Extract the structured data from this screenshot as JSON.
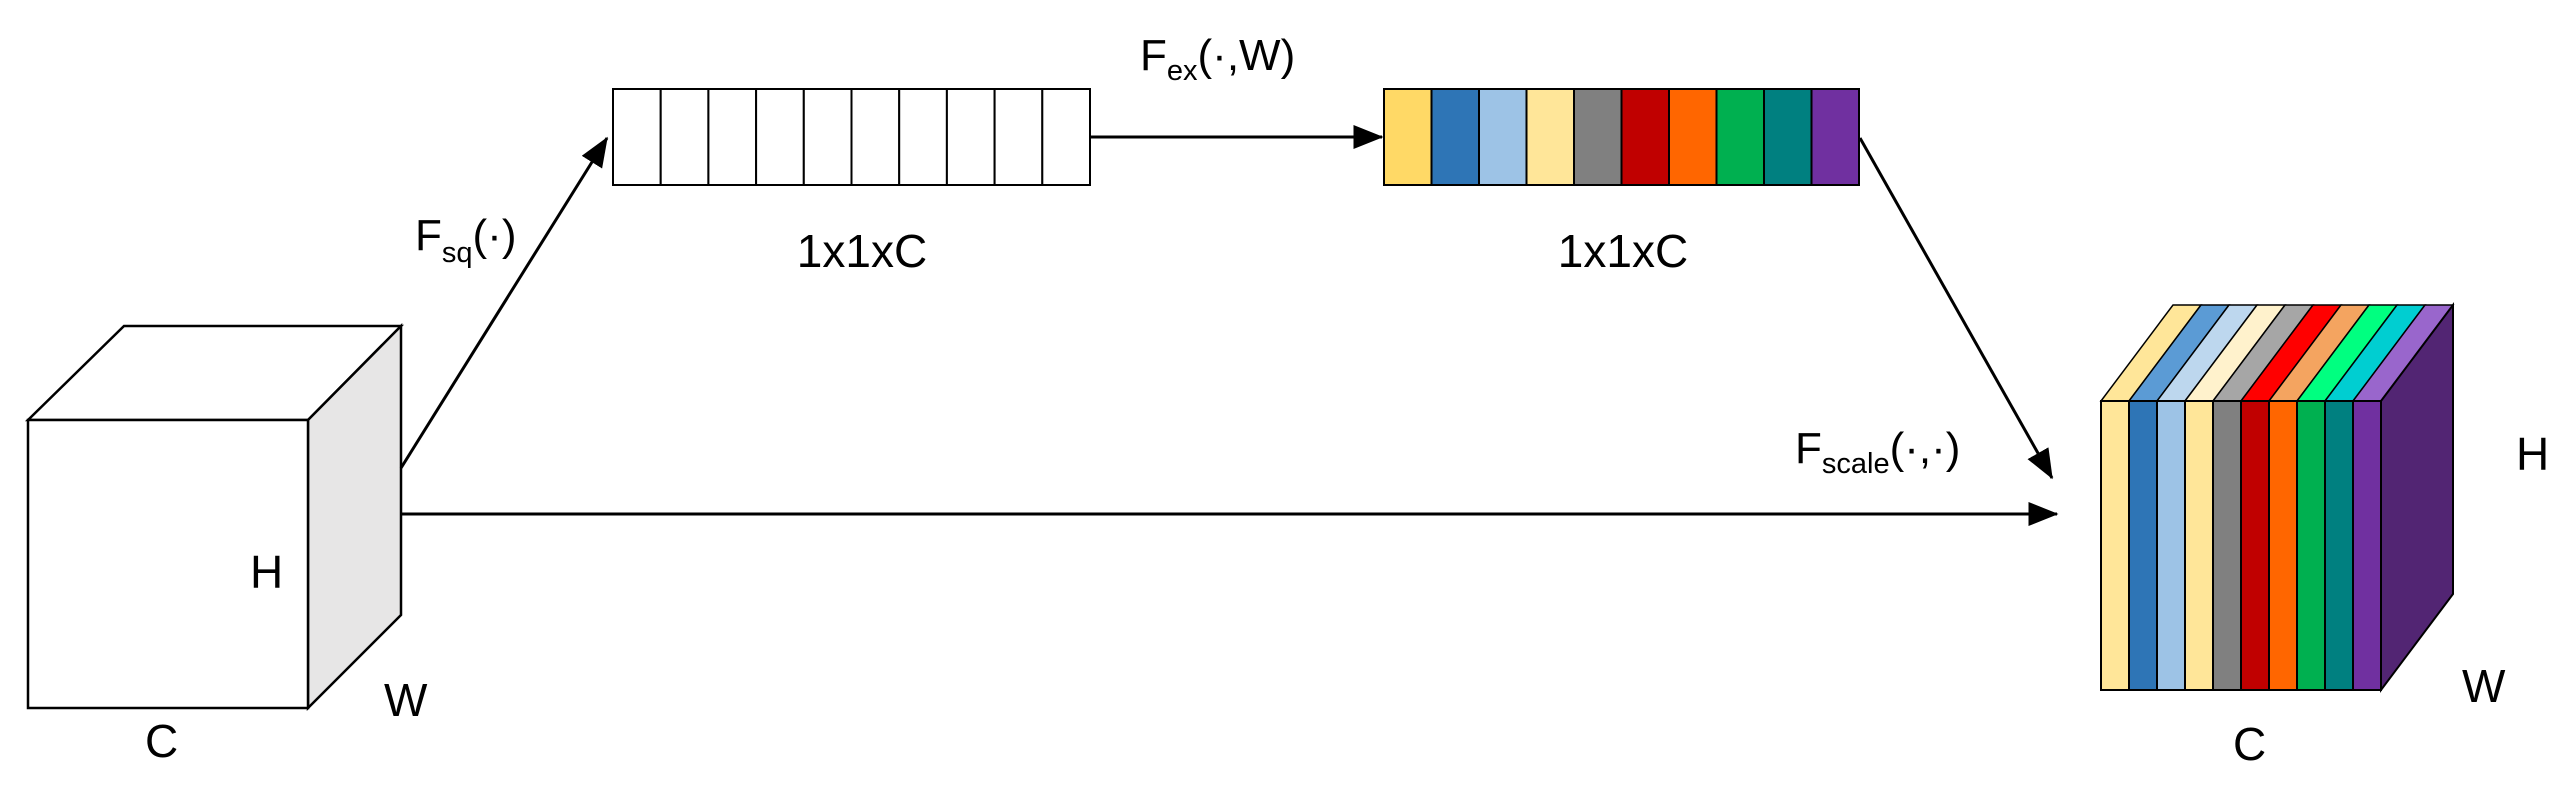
{
  "diagram": {
    "input_tensor": {
      "label_h": "H",
      "label_w": "W",
      "label_c": "C"
    },
    "squeeze": {
      "fn": "F",
      "sub": "sq",
      "args": "(·)"
    },
    "squeezed_vector": {
      "label": "1x1xC",
      "cells": 10
    },
    "excitation": {
      "fn": "F",
      "sub": "ex",
      "args": "(·,W)"
    },
    "excited_vector": {
      "label": "1x1xC",
      "colors": [
        "#FFD966",
        "#2E75B6",
        "#9DC3E6",
        "#FFE699",
        "#808080",
        "#C00000",
        "#FF6600",
        "#00B050",
        "#008080",
        "#7030A0"
      ]
    },
    "scale": {
      "fn": "F",
      "sub": "scale",
      "args": "(·,·)"
    },
    "output_tensor": {
      "label_h": "H",
      "label_w": "W",
      "label_c": "C",
      "front_colors": [
        "#FFE699",
        "#2E75B6",
        "#9DC3E6",
        "#FFE699",
        "#808080",
        "#C00000",
        "#FF6600",
        "#00B050",
        "#008080",
        "#7030A0"
      ],
      "top_colors": [
        "#FFE699",
        "#5B9BD5",
        "#BDD7EE",
        "#FFF2CC",
        "#A6A6A6",
        "#FF0000",
        "#F4A460",
        "#00FF80",
        "#00CED1",
        "#9966CC"
      ],
      "side_color": "#522573"
    }
  }
}
